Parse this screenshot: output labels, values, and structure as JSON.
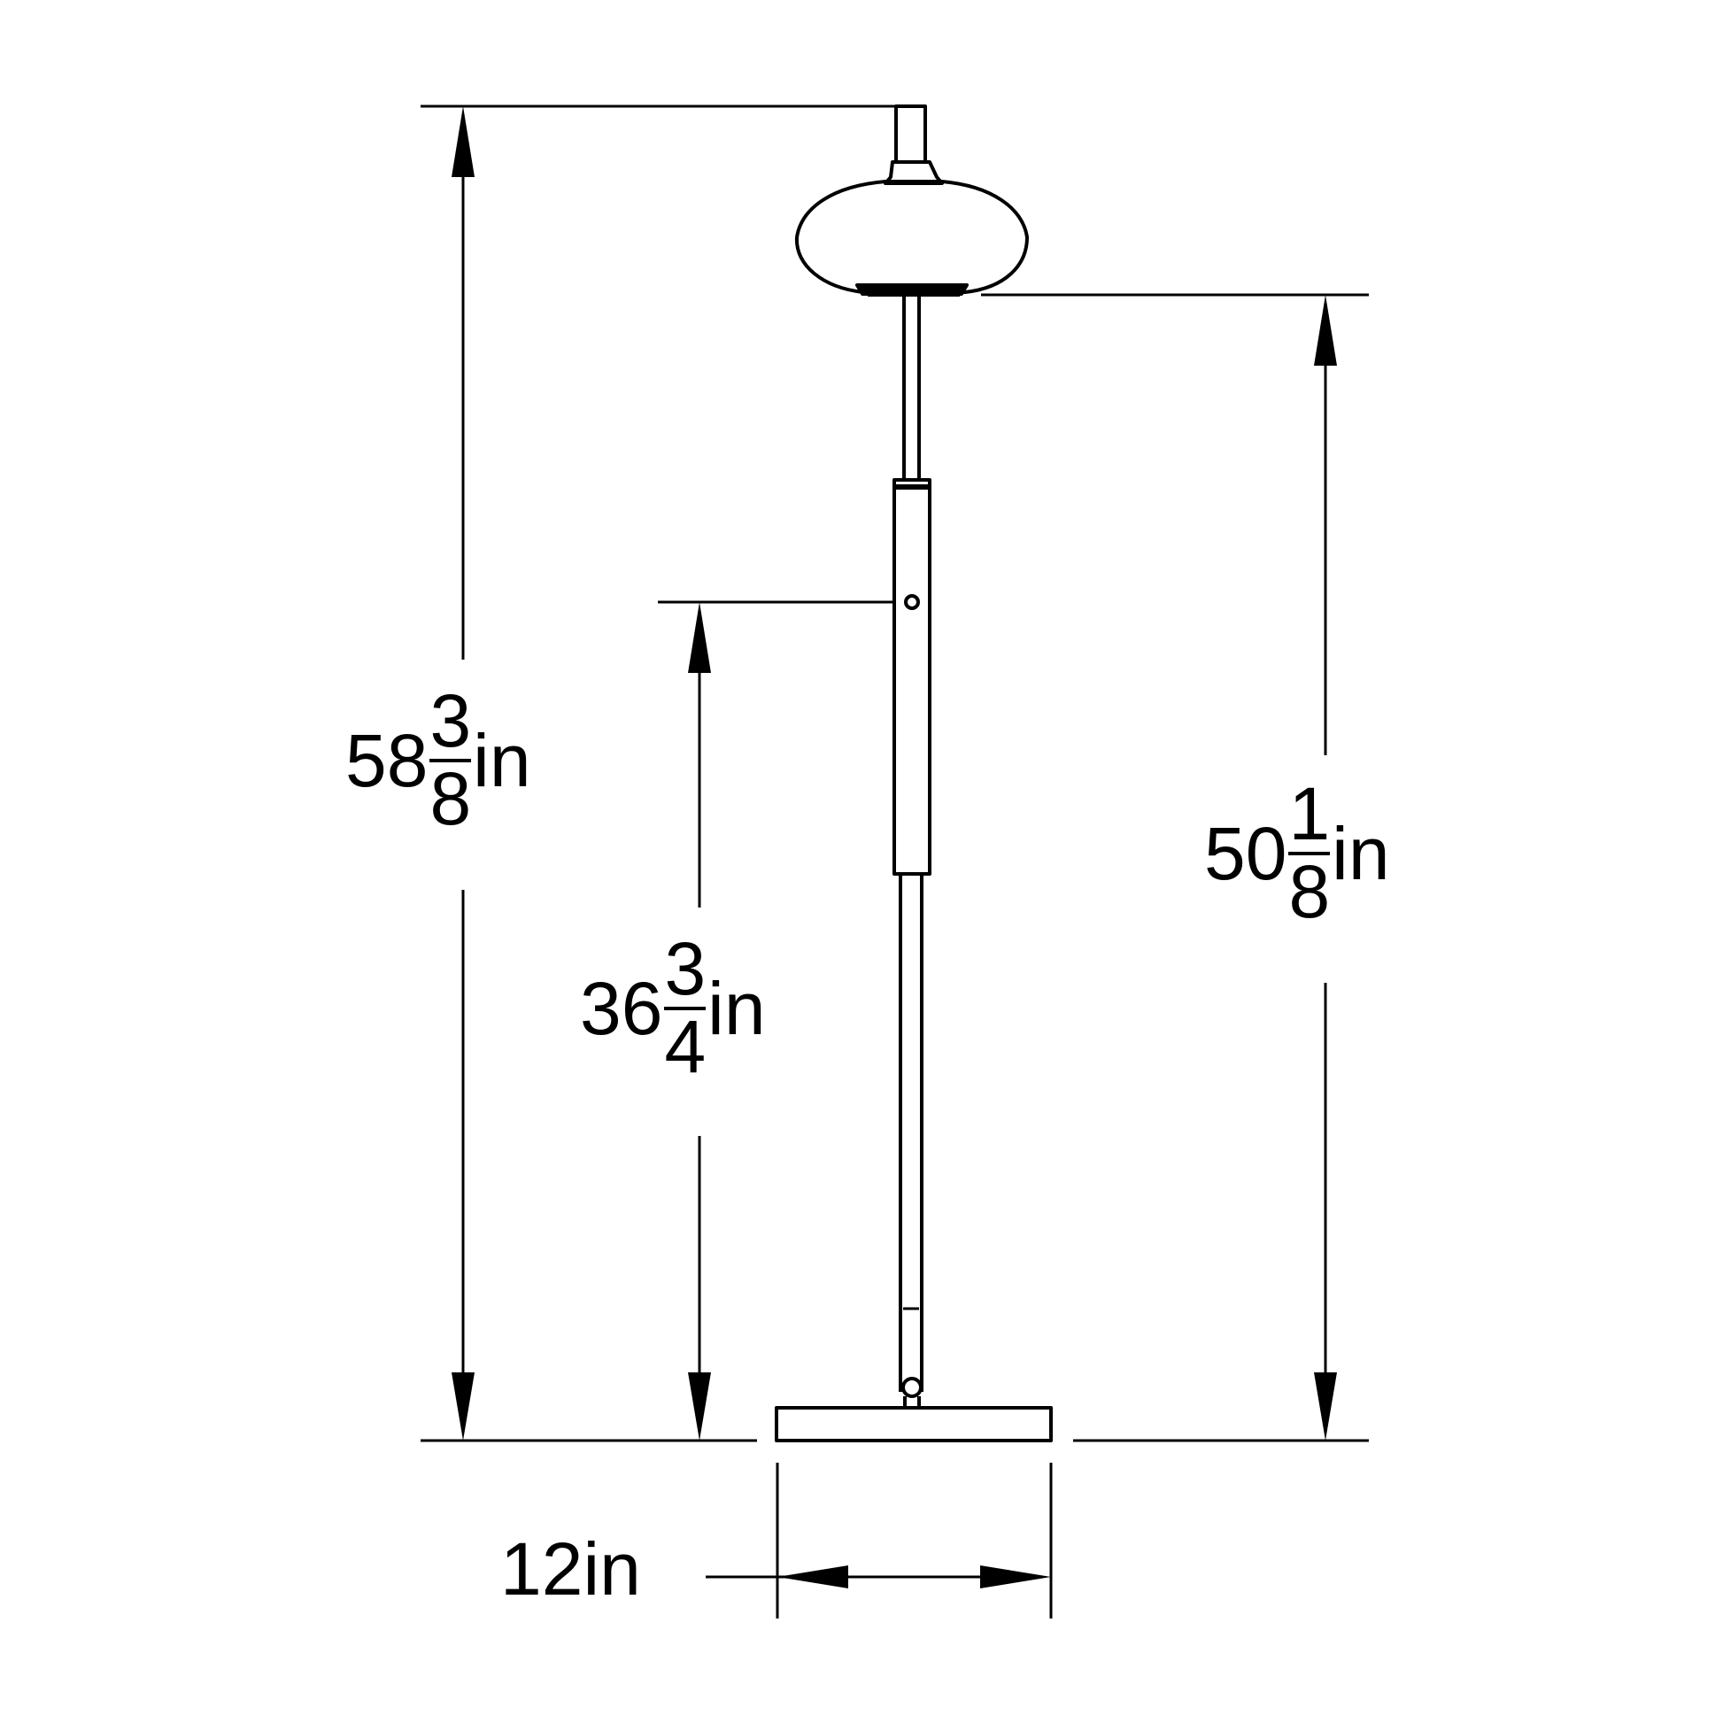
{
  "diagram": {
    "subject": "Floor lamp dimension drawing",
    "line_color": "#000000",
    "background": "#ffffff",
    "dimensions": {
      "overall_height": {
        "whole": "58",
        "numerator": "3",
        "denominator": "8",
        "unit": "in"
      },
      "switch_height": {
        "whole": "36",
        "numerator": "3",
        "denominator": "4",
        "unit": "in"
      },
      "shade_bottom_height": {
        "whole": "50",
        "numerator": "1",
        "denominator": "8",
        "unit": "in"
      },
      "base_width": {
        "value": "12",
        "unit": "in"
      }
    },
    "parts": [
      "finial",
      "globe-shade",
      "upper-stem",
      "switch-housing",
      "switch-knob",
      "lower-stem",
      "base-pivot",
      "base-plate"
    ]
  }
}
